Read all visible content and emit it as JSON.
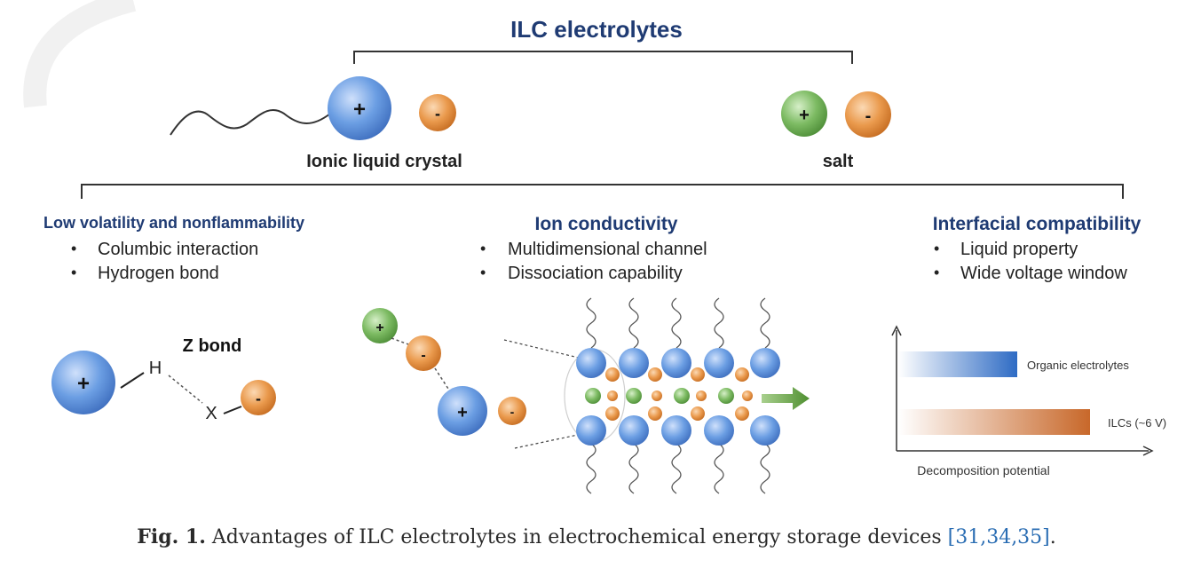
{
  "title": "ILC electrolytes",
  "components": {
    "ilc_label": "Ionic liquid crystal",
    "salt_label": "salt",
    "plus_sign": "+",
    "minus_sign": "-"
  },
  "sections": [
    {
      "heading": "Low volatility and nonflammability",
      "bullets": [
        "Columbic interaction",
        "Hydrogen bond"
      ]
    },
    {
      "heading": "Ion conductivity",
      "bullets": [
        "Multidimensional channel",
        "Dissociation capability"
      ]
    },
    {
      "heading": "Interfacial compatibility",
      "bullets": [
        "Liquid property",
        "Wide voltage window"
      ]
    }
  ],
  "hbond": {
    "label": "Z bond",
    "h": "H",
    "x": "X"
  },
  "voltage_chart": {
    "bar1_label": "Organic electrolytes",
    "bar2_label": "ILCs (~6 V)",
    "xlabel": "Decomposition potential"
  },
  "colors": {
    "title": "#1f3b73",
    "heading": "#1f3b73",
    "cation_blue": "#5b8fd6",
    "anion_orange": "#e08a3c",
    "cation_green": "#6db05a",
    "bar_blue": "#2e6bc4",
    "bar_orange": "#c8682a",
    "arrow_green": "#5f9e3e"
  },
  "caption": {
    "label": "Fig. 1.",
    "text": " Advantages of ILC electrolytes in electrochemical energy storage devices ",
    "refs": "[31,34,35]",
    "end": "."
  }
}
